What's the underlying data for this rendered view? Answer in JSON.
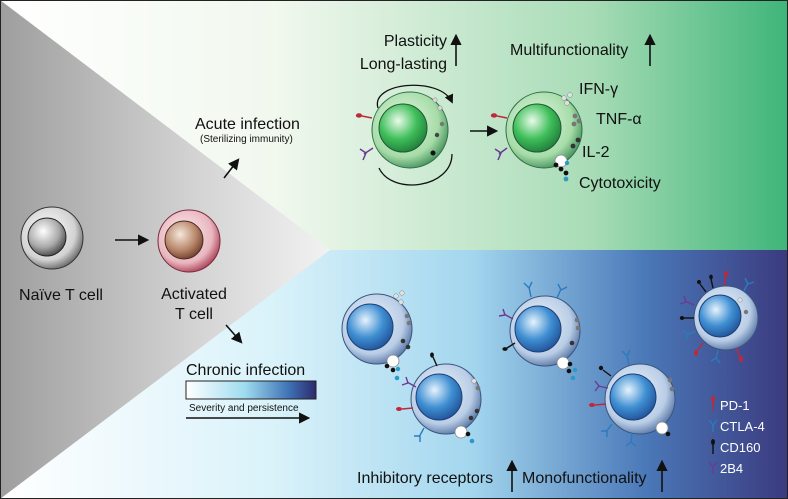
{
  "cells": {
    "naive_label": "Naïve T cell",
    "activated_label_line1": "Activated",
    "activated_label_line2": "T cell"
  },
  "acute": {
    "title": "Acute infection",
    "subtitle": "(Sterilizing immunity)",
    "plasticity": "Plasticity",
    "long_lasting": "Long-lasting",
    "multifunctionality": "Multifunctionality",
    "functions": [
      "IFN-γ",
      "TNF-α",
      "IL-2",
      "Cytotoxicity"
    ]
  },
  "chronic": {
    "title": "Chronic infection",
    "severity": "Severity and persistence",
    "inhibitory": "Inhibitory receptors",
    "monofunctionality": "Monofunctionality",
    "gradient_colors": [
      "#ffffff",
      "#bfe6f3",
      "#3d4f9b",
      "#2c2a6b"
    ]
  },
  "legend": [
    {
      "label": "PD-1",
      "color": "#c0283a",
      "shape": "bulb"
    },
    {
      "label": "CTLA-4",
      "color": "#2b7bbd",
      "shape": "y"
    },
    {
      "label": "CD160",
      "color": "#111111",
      "shape": "bulb"
    },
    {
      "label": "2B4",
      "color": "#6b3b93",
      "shape": "y"
    }
  ],
  "colors": {
    "acute_green": "#3fb57a",
    "chronic_blue": "#2f78c0",
    "chronic_navy": "#3b3f86",
    "naive_gray": "#9a9a9a",
    "activated_red": "#b43b52"
  }
}
